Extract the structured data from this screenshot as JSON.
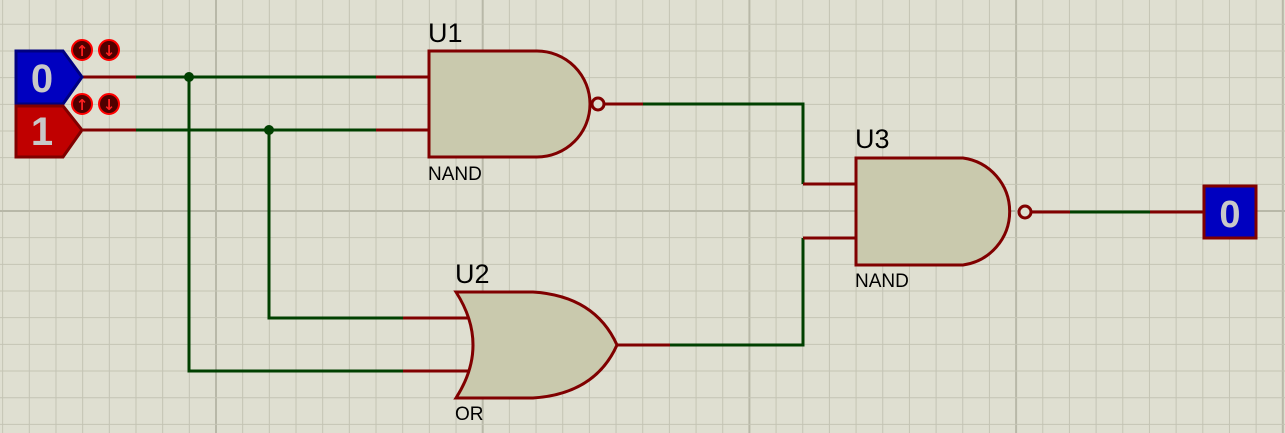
{
  "schematic": {
    "colors": {
      "background": "#dfdfd1",
      "grid_minor": "#c4c4b4",
      "grid_major": "#b8b8a8",
      "wire": "#004000",
      "pin": "#800000",
      "gate_fill": "#c9c9ad",
      "probe_low": "#0000c0",
      "probe_high": "#c00000",
      "probe_text": "#c8c8c8",
      "toggle_fill": "#500000",
      "toggle_stroke": "#ff0000"
    },
    "inputs": [
      {
        "id": "input-a",
        "state_label": "0",
        "state": "low"
      },
      {
        "id": "input-b",
        "state_label": "1",
        "state": "high"
      }
    ],
    "toggle_icons": {
      "up": "↑",
      "down": "↓"
    },
    "gates": [
      {
        "ref": "U1",
        "type": "NAND"
      },
      {
        "ref": "U2",
        "type": "OR"
      },
      {
        "ref": "U3",
        "type": "NAND"
      }
    ],
    "output": {
      "state_label": "0",
      "state": "low"
    }
  }
}
